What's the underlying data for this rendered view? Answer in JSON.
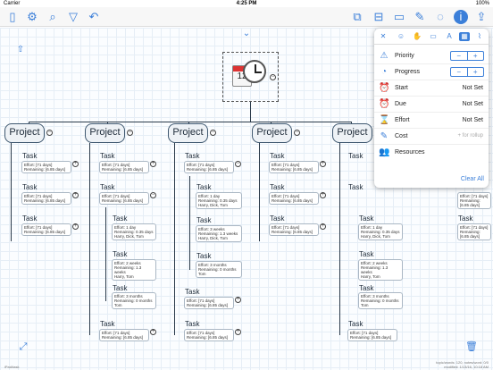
{
  "status_bar": {
    "carrier": "Carrier",
    "time": "4:25 PM",
    "battery": "100%"
  },
  "toolbar": {
    "left_icons": [
      "sidebar-icon",
      "gear-icon",
      "search-icon",
      "filter-icon"
    ],
    "right_icons": [
      "insert-sibling-icon",
      "insert-child-icon",
      "topic-shape-icon",
      "note-icon",
      "style-icon",
      "info-icon",
      "share-icon"
    ],
    "accent": "#3b7fd9"
  },
  "projects": [
    "Project",
    "Project",
    "Project",
    "Project",
    "Project"
  ],
  "task_label": "Task",
  "notes": {
    "n71": [
      "Effort: [71 days]",
      "Remaining: [6.85 days]"
    ],
    "n1day": [
      "Effort: 1 day",
      "Remaining: 0.35 days",
      "Harry, Dick, Tom"
    ],
    "n2weeks": [
      "Effort: 2 weeks",
      "Remaining: 1.3 weeks",
      "Harry, Tom"
    ],
    "n3months": [
      "Effort: 3 months",
      "Remaining: 0 months",
      "Tom"
    ],
    "n3weeks": [
      "Effort: 3 weeks",
      "Remaining: 1.3 weeks",
      "Harry, Dick, Tom"
    ]
  },
  "popover": {
    "tabs": [
      "close-icon",
      "smiley-icon",
      "hand-icon",
      "rectangle-icon",
      "text-style-icon",
      "calendar-icon",
      "paperclip-icon"
    ],
    "rows": [
      {
        "label": "Priority",
        "icon": "warning-icon",
        "kind": "stepper"
      },
      {
        "label": "Progress",
        "icon": "progress-icon",
        "kind": "stepper"
      },
      {
        "label": "Start",
        "icon": "alarm-icon",
        "value": "Not Set"
      },
      {
        "label": "Due",
        "icon": "alarm-due-icon",
        "value": "Not Set"
      },
      {
        "label": "Effort",
        "icon": "effort-icon",
        "value": "Not Set"
      },
      {
        "label": "Cost",
        "icon": "cost-icon",
        "placeholder": "+ for rollup"
      },
      {
        "label": "Resources",
        "icon": "people-icon"
      }
    ],
    "stepper_minus": "−",
    "stepper_plus": "+",
    "clear_all": "Clear All"
  },
  "footer": {
    "left": "iPad/task",
    "right_line1": "topic/words: 120, notes/word: 0/0",
    "right_line2": "modified: 1/13/16, 10:18 AM"
  }
}
